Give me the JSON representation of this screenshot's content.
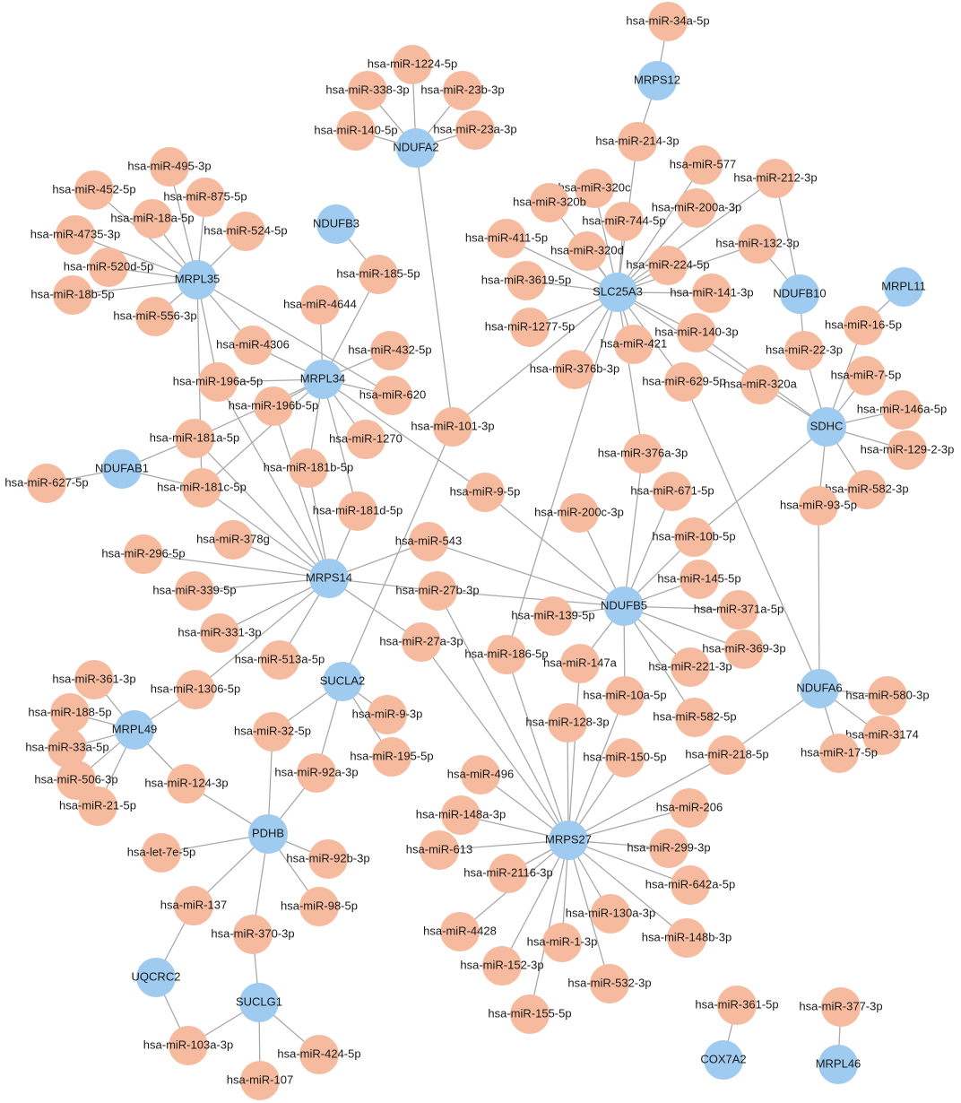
{
  "colors": {
    "gene": "#9ecbef",
    "mirna": "#f6bb9e",
    "edge": "#a9a9a9",
    "label": "#1a1a1a"
  },
  "genes": [
    "MRPS12",
    "NDUFA2",
    "NDUFB3",
    "MRPL35",
    "MRPL11",
    "NDUFB10",
    "SLC25A3",
    "MRPL34",
    "SDHC",
    "NDUFAB1",
    "MRPS14",
    "NDUFB5",
    "MRPL49",
    "SUCLA2",
    "NDUFA6",
    "PDHB",
    "MRPS27",
    "UQCRC2",
    "SUCLG1",
    "COX7A2",
    "MRPL46"
  ],
  "mirnas": [
    "hsa-miR-34a-5p",
    "hsa-miR-1224-5p",
    "hsa-miR-338-3p",
    "hsa-miR-23b-3p",
    "hsa-miR-140-5p",
    "hsa-miR-23a-3p",
    "hsa-miR-214-3p",
    "hsa-miR-495-3p",
    "hsa-miR-452-5p",
    "hsa-miR-875-5p",
    "hsa-miR-18a-5p",
    "hsa-miR-524-5p",
    "hsa-miR-4735-3p",
    "hsa-miR-520d-5p",
    "hsa-miR-18b-5p",
    "hsa-miR-556-3p",
    "hsa-miR-185-5p",
    "hsa-miR-4644",
    "hsa-miR-4306",
    "hsa-miR-432-5p",
    "hsa-miR-196a-5p",
    "hsa-miR-620",
    "hsa-miR-196b-5p",
    "hsa-miR-1270",
    "hsa-miR-181a-5p",
    "hsa-miR-101-3p",
    "hsa-miR-627-5p",
    "hsa-miR-181c-5p",
    "hsa-miR-181b-5p",
    "hsa-miR-181d-5p",
    "hsa-miR-577",
    "hsa-miR-320c",
    "hsa-miR-212-3p",
    "hsa-miR-320b",
    "hsa-miR-200a-3p",
    "hsa-miR-744-5p",
    "hsa-miR-411-5p",
    "hsa-miR-320d",
    "hsa-miR-132-3p",
    "hsa-miR-224-5p",
    "hsa-miR-3619-5p",
    "hsa-miR-141-3p",
    "hsa-miR-1277-5p",
    "hsa-miR-16-5p",
    "hsa-miR-421",
    "hsa-miR-140-3p",
    "hsa-miR-22-3p",
    "hsa-miR-376b-3p",
    "hsa-miR-7-5p",
    "hsa-miR-629-5p",
    "hsa-miR-320a",
    "hsa-miR-146a-5p",
    "hsa-miR-129-2-3p",
    "hsa-miR-376a-3p",
    "hsa-miR-582-3p",
    "hsa-miR-9-5p",
    "hsa-miR-671-5p",
    "hsa-miR-93-5p",
    "hsa-miR-200c-3p",
    "hsa-miR-10b-5p",
    "hsa-miR-378g",
    "hsa-miR-543",
    "hsa-miR-296-5p",
    "hsa-miR-145-5p",
    "hsa-miR-339-5p",
    "hsa-miR-27b-3p",
    "hsa-miR-371a-5p",
    "hsa-miR-139-5p",
    "hsa-miR-331-3p",
    "hsa-miR-513a-5p",
    "hsa-miR-27a-3p",
    "hsa-miR-369-3p",
    "hsa-miR-186-5p",
    "hsa-miR-147a",
    "hsa-miR-221-3p",
    "hsa-miR-361-3p",
    "hsa-miR-1306-5p",
    "hsa-miR-580-3p",
    "hsa-miR-10a-5p",
    "hsa-miR-188-5p",
    "hsa-miR-9-3p",
    "hsa-miR-582-5p",
    "hsa-miR-3174",
    "hsa-miR-33a-5p",
    "hsa-miR-32-5p",
    "hsa-miR-128-3p",
    "hsa-miR-17-5p",
    "hsa-miR-506-3p",
    "hsa-miR-195-5p",
    "hsa-miR-218-5p",
    "hsa-miR-150-5p",
    "hsa-miR-124-3p",
    "hsa-miR-92a-3p",
    "hsa-miR-496",
    "hsa-miR-21-5p",
    "hsa-miR-206",
    "hsa-miR-148a-3p",
    "hsa-let-7e-5p",
    "hsa-miR-92b-3p",
    "hsa-miR-613",
    "hsa-miR-299-3p",
    "hsa-miR-2116-3p",
    "hsa-miR-642a-5p",
    "hsa-miR-98-5p",
    "hsa-miR-137",
    "hsa-miR-130a-3p",
    "hsa-miR-4428",
    "hsa-miR-148b-3p",
    "hsa-miR-370-3p",
    "hsa-miR-1-3p",
    "hsa-miR-152-3p",
    "hsa-miR-532-3p",
    "hsa-miR-155-5p",
    "hsa-miR-361-5p",
    "hsa-miR-377-3p",
    "hsa-miR-103a-3p",
    "hsa-miR-424-5p",
    "hsa-miR-107"
  ],
  "edges": [
    [
      "MRPS12",
      "hsa-miR-34a-5p"
    ],
    [
      "MRPS12",
      "hsa-miR-214-3p"
    ],
    [
      "NDUFA2",
      "hsa-miR-1224-5p"
    ],
    [
      "NDUFA2",
      "hsa-miR-338-3p"
    ],
    [
      "NDUFA2",
      "hsa-miR-23b-3p"
    ],
    [
      "NDUFA2",
      "hsa-miR-140-5p"
    ],
    [
      "NDUFA2",
      "hsa-miR-23a-3p"
    ],
    [
      "NDUFA2",
      "hsa-miR-101-3p"
    ],
    [
      "NDUFB3",
      "hsa-miR-185-5p"
    ],
    [
      "MRPL35",
      "hsa-miR-495-3p"
    ],
    [
      "MRPL35",
      "hsa-miR-452-5p"
    ],
    [
      "MRPL35",
      "hsa-miR-875-5p"
    ],
    [
      "MRPL35",
      "hsa-miR-18a-5p"
    ],
    [
      "MRPL35",
      "hsa-miR-524-5p"
    ],
    [
      "MRPL35",
      "hsa-miR-4735-3p"
    ],
    [
      "MRPL35",
      "hsa-miR-520d-5p"
    ],
    [
      "MRPL35",
      "hsa-miR-18b-5p"
    ],
    [
      "MRPL35",
      "hsa-miR-556-3p"
    ],
    [
      "MRPL35",
      "hsa-miR-4306"
    ],
    [
      "MRPL35",
      "hsa-miR-196a-5p"
    ],
    [
      "MRPL35",
      "hsa-miR-620"
    ],
    [
      "MRPL35",
      "hsa-miR-181c-5p"
    ],
    [
      "MRPL34",
      "hsa-miR-185-5p"
    ],
    [
      "MRPL34",
      "hsa-miR-4644"
    ],
    [
      "MRPL34",
      "hsa-miR-4306"
    ],
    [
      "MRPL34",
      "hsa-miR-432-5p"
    ],
    [
      "MRPL34",
      "hsa-miR-196a-5p"
    ],
    [
      "MRPL34",
      "hsa-miR-620"
    ],
    [
      "MRPL34",
      "hsa-miR-196b-5p"
    ],
    [
      "MRPL34",
      "hsa-miR-1270"
    ],
    [
      "MRPL34",
      "hsa-miR-181a-5p"
    ],
    [
      "MRPL34",
      "hsa-miR-181c-5p"
    ],
    [
      "MRPL34",
      "hsa-miR-181b-5p"
    ],
    [
      "MRPL34",
      "hsa-miR-181d-5p"
    ],
    [
      "MRPL34",
      "hsa-miR-9-5p"
    ],
    [
      "NDUFAB1",
      "hsa-miR-181a-5p"
    ],
    [
      "NDUFAB1",
      "hsa-miR-627-5p"
    ],
    [
      "NDUFAB1",
      "hsa-miR-181c-5p"
    ],
    [
      "SLC25A3",
      "hsa-miR-214-3p"
    ],
    [
      "SLC25A3",
      "hsa-miR-577"
    ],
    [
      "SLC25A3",
      "hsa-miR-320c"
    ],
    [
      "SLC25A3",
      "hsa-miR-212-3p"
    ],
    [
      "SLC25A3",
      "hsa-miR-320b"
    ],
    [
      "SLC25A3",
      "hsa-miR-200a-3p"
    ],
    [
      "SLC25A3",
      "hsa-miR-744-5p"
    ],
    [
      "SLC25A3",
      "hsa-miR-411-5p"
    ],
    [
      "SLC25A3",
      "hsa-miR-320d"
    ],
    [
      "SLC25A3",
      "hsa-miR-132-3p"
    ],
    [
      "SLC25A3",
      "hsa-miR-224-5p"
    ],
    [
      "SLC25A3",
      "hsa-miR-3619-5p"
    ],
    [
      "SLC25A3",
      "hsa-miR-141-3p"
    ],
    [
      "SLC25A3",
      "hsa-miR-1277-5p"
    ],
    [
      "SLC25A3",
      "hsa-miR-421"
    ],
    [
      "SLC25A3",
      "hsa-miR-140-3p"
    ],
    [
      "SLC25A3",
      "hsa-miR-376b-3p"
    ],
    [
      "SLC25A3",
      "hsa-miR-629-5p"
    ],
    [
      "SLC25A3",
      "hsa-miR-320a"
    ],
    [
      "SLC25A3",
      "hsa-miR-376a-3p"
    ],
    [
      "SLC25A3",
      "hsa-miR-101-3p"
    ],
    [
      "SLC25A3",
      "hsa-miR-186-5p"
    ],
    [
      "NDUFB10",
      "hsa-miR-212-3p"
    ],
    [
      "NDUFB10",
      "hsa-miR-132-3p"
    ],
    [
      "NDUFB10",
      "hsa-miR-22-3p"
    ],
    [
      "MRPL11",
      "hsa-miR-16-5p"
    ],
    [
      "SDHC",
      "hsa-miR-16-5p"
    ],
    [
      "SDHC",
      "hsa-miR-22-3p"
    ],
    [
      "SDHC",
      "hsa-miR-140-3p"
    ],
    [
      "SDHC",
      "hsa-miR-320a"
    ],
    [
      "SDHC",
      "hsa-miR-7-5p"
    ],
    [
      "SDHC",
      "hsa-miR-146a-5p"
    ],
    [
      "SDHC",
      "hsa-miR-129-2-3p"
    ],
    [
      "SDHC",
      "hsa-miR-582-3p"
    ],
    [
      "SDHC",
      "hsa-miR-93-5p"
    ],
    [
      "SDHC",
      "hsa-miR-10b-5p"
    ],
    [
      "MRPS14",
      "hsa-miR-181a-5p"
    ],
    [
      "MRPS14",
      "hsa-miR-181c-5p"
    ],
    [
      "MRPS14",
      "hsa-miR-181b-5p"
    ],
    [
      "MRPS14",
      "hsa-miR-181d-5p"
    ],
    [
      "MRPS14",
      "hsa-miR-196a-5p"
    ],
    [
      "MRPS14",
      "hsa-miR-196b-5p"
    ],
    [
      "MRPS14",
      "hsa-miR-378g"
    ],
    [
      "MRPS14",
      "hsa-miR-296-5p"
    ],
    [
      "MRPS14",
      "hsa-miR-339-5p"
    ],
    [
      "MRPS14",
      "hsa-miR-331-3p"
    ],
    [
      "MRPS14",
      "hsa-miR-513a-5p"
    ],
    [
      "MRPS14",
      "hsa-miR-1306-5p"
    ],
    [
      "MRPS14",
      "hsa-miR-543"
    ],
    [
      "MRPS14",
      "hsa-miR-27b-3p"
    ],
    [
      "MRPS14",
      "hsa-miR-27a-3p"
    ],
    [
      "NDUFB5",
      "hsa-miR-543"
    ],
    [
      "NDUFB5",
      "hsa-miR-9-5p"
    ],
    [
      "NDUFB5",
      "hsa-miR-376a-3p"
    ],
    [
      "NDUFB5",
      "hsa-miR-200c-3p"
    ],
    [
      "NDUFB5",
      "hsa-miR-671-5p"
    ],
    [
      "NDUFB5",
      "hsa-miR-10b-5p"
    ],
    [
      "NDUFB5",
      "hsa-miR-145-5p"
    ],
    [
      "NDUFB5",
      "hsa-miR-371a-5p"
    ],
    [
      "NDUFB5",
      "hsa-miR-139-5p"
    ],
    [
      "NDUFB5",
      "hsa-miR-369-3p"
    ],
    [
      "NDUFB5",
      "hsa-miR-147a"
    ],
    [
      "NDUFB5",
      "hsa-miR-221-3p"
    ],
    [
      "NDUFB5",
      "hsa-miR-10a-5p"
    ],
    [
      "NDUFB5",
      "hsa-miR-582-5p"
    ],
    [
      "NDUFB5",
      "hsa-miR-27b-3p"
    ],
    [
      "MRPL49",
      "hsa-miR-361-3p"
    ],
    [
      "MRPL49",
      "hsa-miR-188-5p"
    ],
    [
      "MRPL49",
      "hsa-miR-33a-5p"
    ],
    [
      "MRPL49",
      "hsa-miR-506-3p"
    ],
    [
      "MRPL49",
      "hsa-miR-21-5p"
    ],
    [
      "MRPL49",
      "hsa-miR-124-3p"
    ],
    [
      "MRPL49",
      "hsa-miR-1306-5p"
    ],
    [
      "SUCLA2",
      "hsa-miR-101-3p"
    ],
    [
      "SUCLA2",
      "hsa-miR-32-5p"
    ],
    [
      "SUCLA2",
      "hsa-miR-92a-3p"
    ],
    [
      "SUCLA2",
      "hsa-miR-9-3p"
    ],
    [
      "SUCLA2",
      "hsa-miR-195-5p"
    ],
    [
      "NDUFA6",
      "hsa-miR-93-5p"
    ],
    [
      "NDUFA6",
      "hsa-miR-629-5p"
    ],
    [
      "NDUFA6",
      "hsa-miR-580-3p"
    ],
    [
      "NDUFA6",
      "hsa-miR-3174"
    ],
    [
      "NDUFA6",
      "hsa-miR-17-5p"
    ],
    [
      "NDUFA6",
      "hsa-miR-218-5p"
    ],
    [
      "PDHB",
      "hsa-miR-32-5p"
    ],
    [
      "PDHB",
      "hsa-miR-92a-3p"
    ],
    [
      "PDHB",
      "hsa-miR-124-3p"
    ],
    [
      "PDHB",
      "hsa-let-7e-5p"
    ],
    [
      "PDHB",
      "hsa-miR-92b-3p"
    ],
    [
      "PDHB",
      "hsa-miR-98-5p"
    ],
    [
      "PDHB",
      "hsa-miR-137"
    ],
    [
      "PDHB",
      "hsa-miR-370-3p"
    ],
    [
      "MRPS27",
      "hsa-miR-27a-3p"
    ],
    [
      "MRPS27",
      "hsa-miR-186-5p"
    ],
    [
      "MRPS27",
      "hsa-miR-147a"
    ],
    [
      "MRPS27",
      "hsa-miR-10a-5p"
    ],
    [
      "MRPS27",
      "hsa-miR-128-3p"
    ],
    [
      "MRPS27",
      "hsa-miR-150-5p"
    ],
    [
      "MRPS27",
      "hsa-miR-218-5p"
    ],
    [
      "MRPS27",
      "hsa-miR-496"
    ],
    [
      "MRPS27",
      "hsa-miR-148a-3p"
    ],
    [
      "MRPS27",
      "hsa-miR-206"
    ],
    [
      "MRPS27",
      "hsa-miR-613"
    ],
    [
      "MRPS27",
      "hsa-miR-299-3p"
    ],
    [
      "MRPS27",
      "hsa-miR-2116-3p"
    ],
    [
      "MRPS27",
      "hsa-miR-642a-5p"
    ],
    [
      "MRPS27",
      "hsa-miR-4428"
    ],
    [
      "MRPS27",
      "hsa-miR-130a-3p"
    ],
    [
      "MRPS27",
      "hsa-miR-148b-3p"
    ],
    [
      "MRPS27",
      "hsa-miR-152-3p"
    ],
    [
      "MRPS27",
      "hsa-miR-1-3p"
    ],
    [
      "MRPS27",
      "hsa-miR-532-3p"
    ],
    [
      "MRPS27",
      "hsa-miR-155-5p"
    ],
    [
      "MRPS27",
      "hsa-miR-27b-3p"
    ],
    [
      "UQCRC2",
      "hsa-miR-137"
    ],
    [
      "UQCRC2",
      "hsa-miR-103a-3p"
    ],
    [
      "SUCLG1",
      "hsa-miR-370-3p"
    ],
    [
      "SUCLG1",
      "hsa-miR-103a-3p"
    ],
    [
      "SUCLG1",
      "hsa-miR-424-5p"
    ],
    [
      "SUCLG1",
      "hsa-miR-107"
    ],
    [
      "COX7A2",
      "hsa-miR-361-5p"
    ],
    [
      "MRPL46",
      "hsa-miR-377-3p"
    ]
  ]
}
